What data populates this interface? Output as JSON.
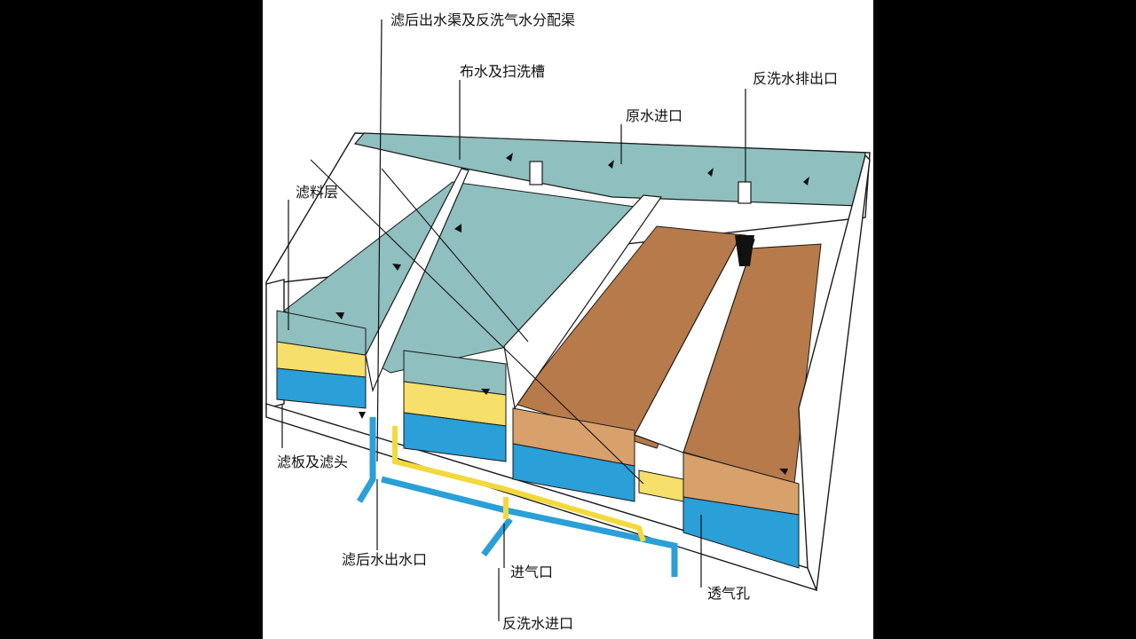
{
  "labels": {
    "filtered_channel": "滤后出水渠及反洗气水分配渠",
    "distribution_trough": "布水及扫洗槽",
    "backwash_drain": "反洗水排出口",
    "raw_water_inlet": "原水进口",
    "filter_media": "滤料层",
    "filter_plate": "滤板及滤头",
    "filtered_outlet": "滤后水出水口",
    "air_inlet": "进气口",
    "vent_hole": "透气孔",
    "backwash_inlet": "反洗水进口"
  },
  "colors": {
    "water": "#8fbfbe",
    "sand_yellow": "#f6df6a",
    "gravel_blue": "#2a9fd8",
    "sludge_brown": "#b77a4a",
    "air_pipe": "#f3d93c",
    "frame": "#ffffff",
    "outline": "#1a1a1a"
  }
}
